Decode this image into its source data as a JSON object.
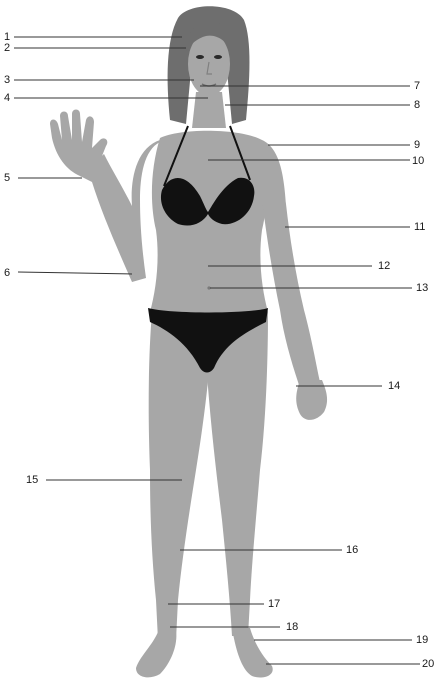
{
  "labels": [
    {
      "id": "l1",
      "text": "1"
    },
    {
      "id": "l2",
      "text": "2"
    },
    {
      "id": "l3",
      "text": "3"
    },
    {
      "id": "l4",
      "text": "4"
    },
    {
      "id": "l5",
      "text": "5"
    },
    {
      "id": "l6",
      "text": "6"
    },
    {
      "id": "l7",
      "text": "7"
    },
    {
      "id": "l8",
      "text": "8"
    },
    {
      "id": "l9",
      "text": "9"
    },
    {
      "id": "l10",
      "text": "10"
    },
    {
      "id": "l11",
      "text": "11"
    },
    {
      "id": "l12",
      "text": "12"
    },
    {
      "id": "l13",
      "text": "13"
    },
    {
      "id": "l14",
      "text": "14"
    },
    {
      "id": "l15",
      "text": "15"
    },
    {
      "id": "l16",
      "text": "16"
    },
    {
      "id": "l17",
      "text": "17"
    },
    {
      "id": "l18",
      "text": "18"
    },
    {
      "id": "l19",
      "text": "19"
    },
    {
      "id": "l20",
      "text": "20"
    }
  ],
  "colors": {
    "skin": "#a7a7a7",
    "skin_shade": "#8e8e8e",
    "hair": "#6e6e6e",
    "swimsuit": "#111111",
    "leader": "#333333"
  }
}
